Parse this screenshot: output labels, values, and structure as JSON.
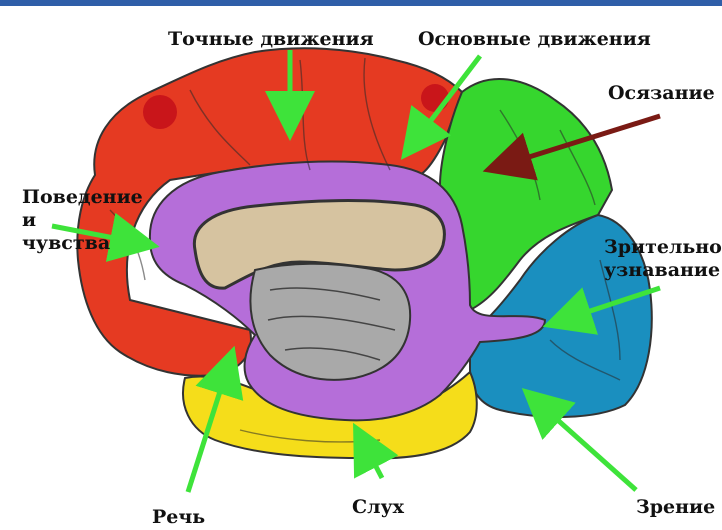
{
  "colors": {
    "background": "#ffffff",
    "frontal": "#e53a22",
    "parietal": "#36d62e",
    "occipital": "#1a8fbf",
    "temporal": "#f5dd1a",
    "limbic": "#b56ed9",
    "corpus_callosum": "#d6c3a0",
    "thalamus": "#a9a9a9",
    "outline": "#333333",
    "arrow_green": "#3ee33a",
    "arrow_dark": "#7a1a14"
  },
  "labels": {
    "fine_movements": "Точные движения",
    "basic_movements": "Основные движения",
    "touch": "Осязание",
    "behavior": "Поведение\nи\nчувства",
    "visual_recognition": "Зрительное\nузнавание",
    "speech": "Речь",
    "hearing": "Слух",
    "vision": "Зрение"
  }
}
